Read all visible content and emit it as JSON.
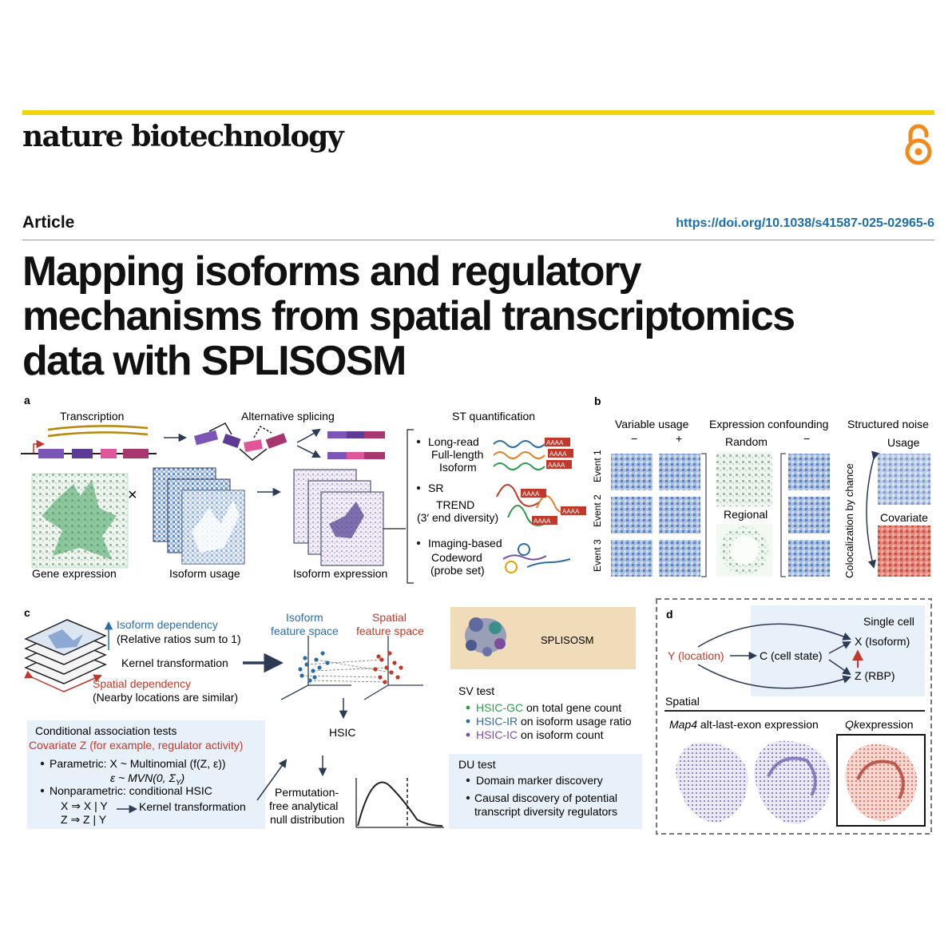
{
  "header": {
    "journal": "nature biotechnology",
    "open_access_icon": "open-access-lock-icon",
    "section": "Article",
    "doi": "https://doi.org/10.1038/s41587-025-02965-6",
    "accent_color": "#f2d40d",
    "doi_color": "#1e6fa8"
  },
  "title_lines": [
    "Mapping isoforms and regulatory",
    "mechanisms from spatial transcriptomics",
    "data with SPLISOSM"
  ],
  "figure": {
    "panel_a": {
      "letter": "a",
      "transcription": "Transcription",
      "alternative_splicing": "Alternative splicing",
      "st_quantification": "ST quantification",
      "gene_expression": "Gene expression",
      "times": "×",
      "isoform_usage": "Isoform usage",
      "isoform_expression": "Isoform expression",
      "long_read": "Long-read",
      "full_length": "Full-length",
      "isoform": "Isoform",
      "sr": "SR",
      "trend": "TREND",
      "three_prime": "(3′ end diversity)",
      "imaging_based": "Imaging-based",
      "codeword": "Codeword",
      "probe_set": "(probe set)",
      "polya": "AAAA"
    },
    "panel_b": {
      "letter": "b",
      "variable_usage": "Variable usage",
      "minus": "−",
      "plus": "+",
      "expression_confounding": "Expression confounding",
      "structured_noise": "Structured noise",
      "random": "Random",
      "regional": "Regional",
      "usage": "Usage",
      "covariate": "Covariate",
      "colocalization": "Colocalization by chance",
      "event1": "Event 1",
      "event2": "Event 2",
      "event3": "Event 3"
    },
    "panel_c": {
      "letter": "c",
      "isoform_dependency": "Isoform dependency",
      "relative_ratios": "(Relative ratios sum to 1)",
      "kernel_transformation": "Kernel transformation",
      "spatial_dependency": "Spatial dependency",
      "nearby_locations": "(Nearby locations are similar)",
      "isoform_feature_1": "Isoform",
      "isoform_feature_2": "feature space",
      "spatial_feature_1": "Spatial",
      "spatial_feature_2": "feature space",
      "hsic": "HSIC",
      "cond_tests": "Conditional association tests",
      "covariate_z": "Covariate Z (for example, regulator activity)",
      "parametric": "Parametric: X ~ Multinomial (f(Z, ε))",
      "epsilon": "ε ~ MVN(0, Σ",
      "epsilon_sub": "Y",
      "epsilon_close": ")",
      "nonparametric": "Nonparametric: conditional HSIC",
      "x_given_y": "X ⇒ X | Y",
      "z_given_y": "Z ⇒ Z | Y",
      "kernel_transformation_2": "Kernel transformation",
      "perm1": "Permutation-",
      "perm2": "free analytical",
      "perm3": "null distribution",
      "splisosm": "SPLISOSM",
      "sv_test": "SV test",
      "hsic_gc": "HSIC-GC",
      "hsic_gc_desc": "on total gene count",
      "hsic_ir": "HSIC-IR",
      "hsic_ir_desc": "on isoform usage ratio",
      "hsic_ic": "HSIC-IC",
      "hsic_ic_desc": "on isoform count",
      "du_test": "DU test",
      "domain_marker": "Domain marker discovery",
      "causal1": "Causal discovery of potential",
      "causal2": "transcript diversity regulators"
    },
    "panel_d": {
      "letter": "d",
      "single_cell": "Single cell",
      "y_location": "Y (location)",
      "c_cell_state": "C (cell state)",
      "x_isoform": "X (Isoform)",
      "z_rbp": "Z (RBP)",
      "spatial": "Spatial",
      "map4_gene": "Map4",
      "map4_rest": "alt-last-exon expression",
      "qk_gene": "Qk",
      "qk_rest": "expression"
    },
    "colors": {
      "navy": "#2b3a55",
      "red": "#c0392b",
      "blue": "#2e6da4",
      "green": "#2e9a4e",
      "purple": "#7d4ea0",
      "box_blue": "#e8f0fa",
      "tan": "#f0dcb8"
    }
  }
}
